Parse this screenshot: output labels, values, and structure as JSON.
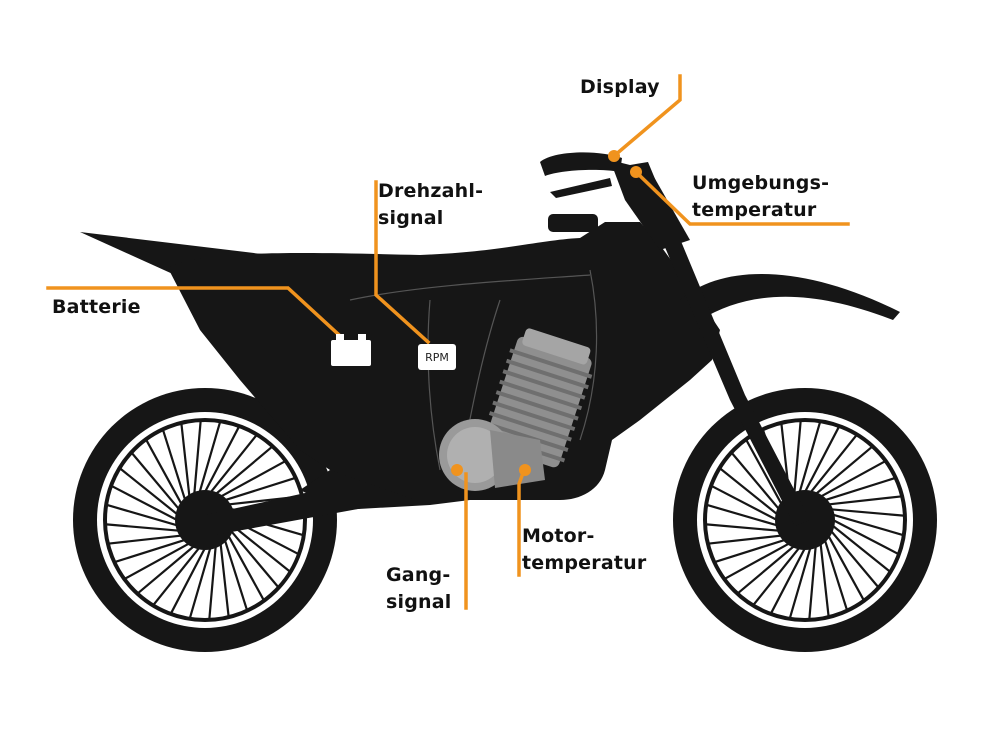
{
  "colors": {
    "silhouette": "#161616",
    "callout": "#f0931e",
    "engine_light": "#9a9a9a",
    "engine_dark": "#6f6f6f",
    "background": "#ffffff"
  },
  "labels": {
    "display": "Display",
    "umgebung_line1": "Umgebungs-",
    "umgebung_line2": "temperatur",
    "drehzahl_line1": "Drehzahl-",
    "drehzahl_line2": "signal",
    "batterie": "Batterie",
    "motor_line1": "Motor-",
    "motor_line2": "temperatur",
    "gang_line1": "Gang-",
    "gang_line2": "signal"
  },
  "rpm_box": {
    "text": "RPM"
  },
  "icons": {
    "battery": "battery-icon",
    "rpm_sensor": "rpm-sensor-icon",
    "motorcycle": "dirt-bike-silhouette"
  }
}
